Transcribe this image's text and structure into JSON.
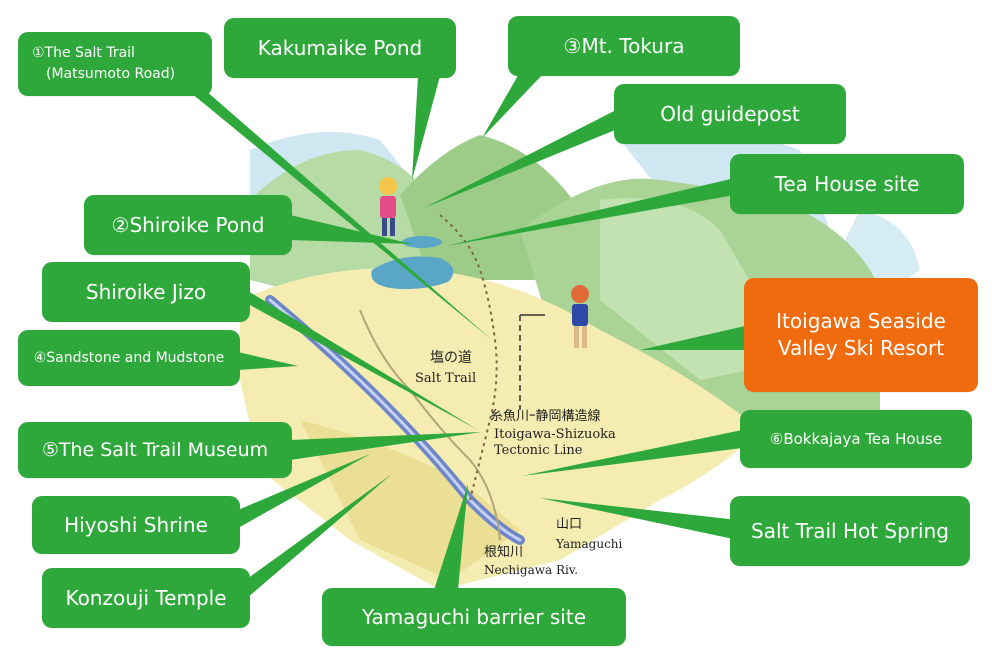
{
  "map": {
    "on_map_labels": {
      "salt_trail_jp": "塩の道",
      "salt_trail_en": "Salt Trail",
      "fault_jp": "糸魚川ｰ静岡構造線",
      "fault_en_1": "Itoigawa-Shizuoka",
      "fault_en_2": "Tectonic Line",
      "yamaguchi_jp": "山口",
      "yamaguchi_en": "Yamaguchi",
      "river_jp": "根知川",
      "river_en": "Nechigawa Riv."
    },
    "callouts": {
      "salt_trail_road_1": "①The Salt Trail",
      "salt_trail_road_2": "(Matsumoto Road)",
      "kakumaike_pond": "Kakumaike Pond",
      "mt_tokura": "③Mt. Tokura",
      "old_guidepost": "Old guidepost",
      "tea_house_site": "Tea House site",
      "shiroike_pond": "②Shiroike Pond",
      "shiroike_jizo": "Shiroike Jizo",
      "ski_resort_1": "Itoigawa Seaside",
      "ski_resort_2": "Valley Ski Resort",
      "sandstone_mudstone": "④Sandstone and Mudstone",
      "salt_trail_museum": "⑤The Salt Trail Museum",
      "bokkajaya": "⑥Bokkajaya Tea House",
      "hiyoshi_shrine": "Hiyoshi Shrine",
      "salt_trail_hot_spring": "Salt Trail Hot Spring",
      "konzouji_temple": "Konzouji Temple",
      "yamaguchi_barrier": "Yamaguchi barrier site"
    },
    "colors": {
      "callout_green": "#2fa83b",
      "callout_orange": "#f06a0e",
      "mountain_green": "#9dcf8a",
      "valley_yellow": "#f4ecb0",
      "river_blue": "#6e86c8",
      "pond_blue": "#5aa6c6"
    }
  }
}
